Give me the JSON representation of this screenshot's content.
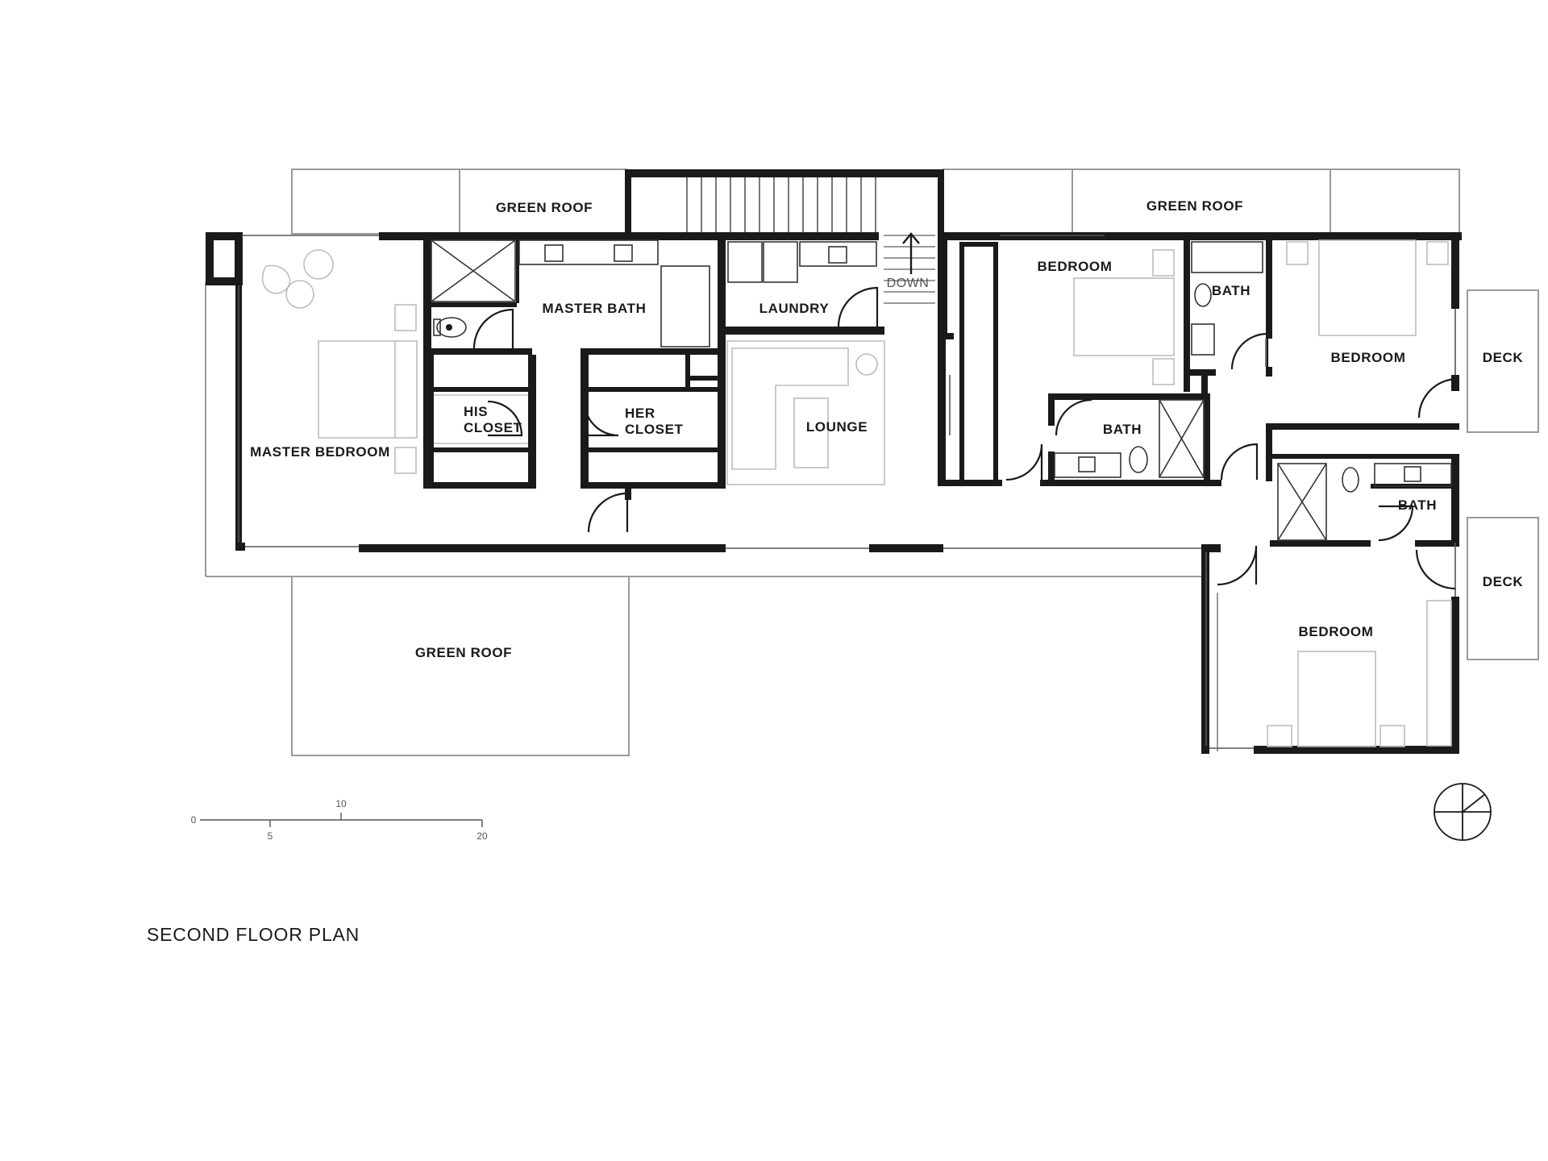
{
  "plan": {
    "title": "SECOND FLOOR PLAN",
    "rooms": {
      "green_roof_top_left": "GREEN ROOF",
      "green_roof_top_right": "GREEN ROOF",
      "green_roof_bottom": "GREEN ROOF",
      "master_bedroom": "MASTER BEDROOM",
      "master_bath": "MASTER BATH",
      "his_closet_1": "HIS",
      "his_closet_2": "CLOSET",
      "her_closet_1": "HER",
      "her_closet_2": "CLOSET",
      "laundry": "LAUNDRY",
      "lounge": "LOUNGE",
      "stair_down": "DOWN",
      "bedroom_center": "BEDROOM",
      "bath_center": "BATH",
      "bath_upper": "BATH",
      "bedroom_right": "BEDROOM",
      "bath_right": "BATH",
      "bedroom_bottom": "BEDROOM",
      "deck_upper": "DECK",
      "deck_lower": "DECK"
    },
    "scale_bar": {
      "tick_0": "0",
      "tick_5": "5",
      "tick_10": "10",
      "tick_20": "20"
    }
  }
}
